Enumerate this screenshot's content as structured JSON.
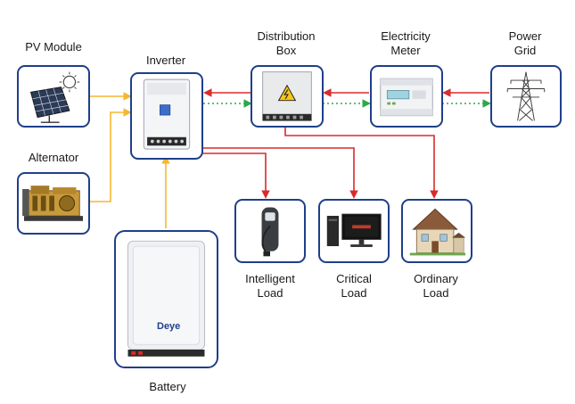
{
  "nodes": {
    "pv_module": {
      "label": "PV Module"
    },
    "alternator": {
      "label": "Alternator"
    },
    "inverter": {
      "label": "Inverter"
    },
    "distribution_box": {
      "label_line1": "Distribution",
      "label_line2": "Box"
    },
    "electricity_meter": {
      "label_line1": "Electricity",
      "label_line2": "Meter"
    },
    "power_grid": {
      "label_line1": "Power",
      "label_line2": "Grid"
    },
    "battery": {
      "label": "Battery",
      "brand": "Deye"
    },
    "intelligent_load": {
      "label_line1": "Intelligent",
      "label_line2": "Load"
    },
    "critical_load": {
      "label_line1": "Critical",
      "label_line2": "Load"
    },
    "ordinary_load": {
      "label_line1": "Ordinary",
      "label_line2": "Load"
    }
  },
  "colors": {
    "box_border": "#1f3f8a",
    "dc_flow": "#f5b731",
    "ac_flow": "#d92b2b",
    "grid_flow": "#2ea84a"
  },
  "icons": {
    "pv_module": "solar-panel-icon",
    "alternator": "generator-icon",
    "inverter": "inverter-icon",
    "distribution_box": "distribution-box-icon",
    "electricity_meter": "meter-icon",
    "power_grid": "pylon-icon",
    "battery": "battery-icon",
    "intelligent_load": "ev-charger-icon",
    "critical_load": "computer-icon",
    "ordinary_load": "house-icon"
  }
}
